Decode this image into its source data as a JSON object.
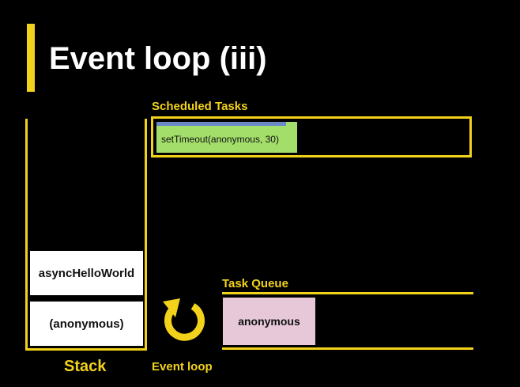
{
  "title": "Event loop (iii)",
  "scheduled": {
    "label": "Scheduled Tasks",
    "tasks": [
      {
        "text": "setTimeout(anonymous, 30)",
        "progress": 0.92
      }
    ]
  },
  "stack": {
    "label": "Stack",
    "frames": [
      "asyncHelloWorld",
      "(anonymous)"
    ]
  },
  "event_loop": {
    "label": "Event loop",
    "icon": "loop-arrow-icon"
  },
  "task_queue": {
    "label": "Task Queue",
    "tasks": [
      "anonymous"
    ]
  },
  "colors": {
    "accent": "#f2d21a",
    "background": "#000000",
    "timer_task": "#a3de6a",
    "timer_progress": "#6a87c8",
    "queue_task": "#e6c8d8"
  }
}
